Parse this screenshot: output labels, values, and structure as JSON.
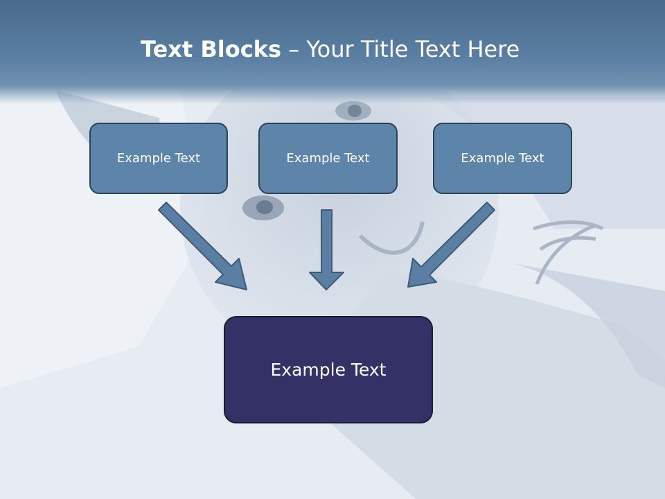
{
  "slide": {
    "title_bold": "Text Blocks",
    "title_separator": "–",
    "title_rest": "Your Title Text Here"
  },
  "blocks": [
    {
      "label": "Example Text"
    },
    {
      "label": "Example Text"
    },
    {
      "label": "Example Text"
    }
  ],
  "target": {
    "label": "Example Text"
  },
  "colors": {
    "header": "#567a9e",
    "block_fill": "#5d84a9",
    "block_border": "#2b4258",
    "target_fill": "#333166",
    "arrow_fill": "#5b7ea3"
  }
}
